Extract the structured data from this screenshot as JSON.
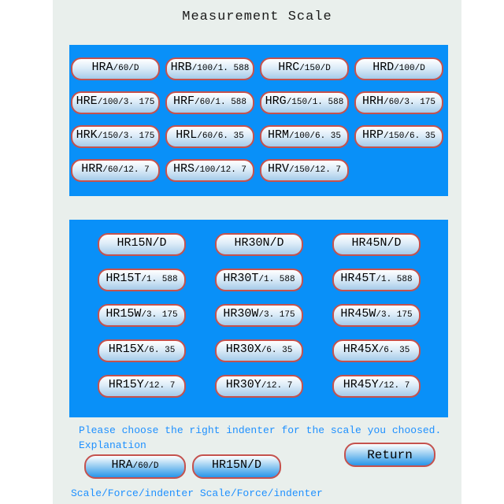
{
  "title": "Measurement Scale",
  "colors": {
    "panel_blue": "#0990f8",
    "content_bg": "#e9efec",
    "text_blue": "#1e90ff",
    "button_border": "#c4524e"
  },
  "panel1": {
    "rows": [
      [
        {
          "label": "HRA",
          "suffix": "/60/D"
        },
        {
          "label": "HRB",
          "suffix": "/100/1. 588"
        },
        {
          "label": "HRC",
          "suffix": "/150/D"
        },
        {
          "label": "HRD",
          "suffix": "/100/D"
        }
      ],
      [
        {
          "label": "HRE",
          "suffix": "/100/3. 175"
        },
        {
          "label": "HRF",
          "suffix": "/60/1. 588"
        },
        {
          "label": "HRG",
          "suffix": "/150/1. 588"
        },
        {
          "label": "HRH",
          "suffix": "/60/3. 175"
        }
      ],
      [
        {
          "label": "HRK",
          "suffix": "/150/3. 175"
        },
        {
          "label": "HRL",
          "suffix": "/60/6. 35"
        },
        {
          "label": "HRM",
          "suffix": "/100/6. 35"
        },
        {
          "label": "HRP",
          "suffix": "/150/6. 35"
        }
      ],
      [
        {
          "label": "HRR",
          "suffix": "/60/12. 7"
        },
        {
          "label": "HRS",
          "suffix": "/100/12. 7"
        },
        {
          "label": "HRV",
          "suffix": "/150/12. 7"
        }
      ]
    ]
  },
  "panel2": {
    "rows": [
      [
        {
          "label": "HR15N/D",
          "suffix": ""
        },
        {
          "label": "HR30N/D",
          "suffix": ""
        },
        {
          "label": "HR45N/D",
          "suffix": ""
        }
      ],
      [
        {
          "label": "HR15T",
          "suffix": "/1. 588"
        },
        {
          "label": "HR30T",
          "suffix": "/1. 588"
        },
        {
          "label": "HR45T",
          "suffix": "/1. 588"
        }
      ],
      [
        {
          "label": "HR15W",
          "suffix": "/3. 175"
        },
        {
          "label": "HR30W",
          "suffix": "/3. 175"
        },
        {
          "label": "HR45W",
          "suffix": "/3. 175"
        }
      ],
      [
        {
          "label": "HR15X",
          "suffix": "/6. 35"
        },
        {
          "label": "HR30X",
          "suffix": "/6. 35"
        },
        {
          "label": "HR45X",
          "suffix": "/6. 35"
        }
      ],
      [
        {
          "label": "HR15Y",
          "suffix": "/12. 7"
        },
        {
          "label": "HR30Y",
          "suffix": "/12. 7"
        },
        {
          "label": "HR45Y",
          "suffix": "/12. 7"
        }
      ]
    ]
  },
  "footer": {
    "instruction": "Please choose the right indenter for the scale you choosed.",
    "explanation": "Explanation",
    "examples": [
      {
        "label": "HRA",
        "suffix": "/60/D"
      },
      {
        "label": "HR15N/D",
        "suffix": ""
      }
    ],
    "return_label": "Return",
    "caption": "Scale/Force/indenter Scale/Force/indenter"
  }
}
